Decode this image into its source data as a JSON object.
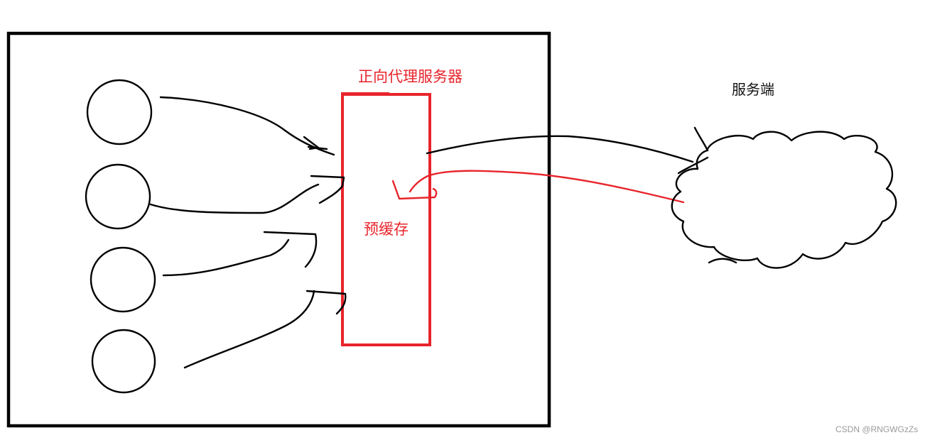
{
  "diagram": {
    "proxy_title": "正向代理服务器",
    "cache_label": "预缓存",
    "server_label": "服务端",
    "watermark": "CSDN @RNGWGzZs",
    "colors": {
      "ink": "#000000",
      "proxy": "#e8242b"
    },
    "client_count": 4
  }
}
